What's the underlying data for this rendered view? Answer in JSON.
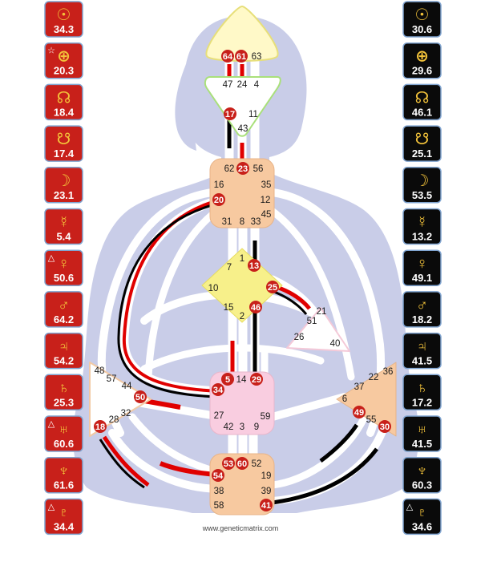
{
  "footer_text": "www.geneticmatrix.com",
  "colors": {
    "personality": "#000000",
    "design": "#e00000",
    "body_silhouette": "#c9cde8",
    "channel": "#ffffff",
    "head": "#fff9c8",
    "ajna": "#ffffff",
    "throat": "#f7c9a0",
    "g_center": "#f7f08a",
    "heart": "#ffffff",
    "sacral": "#f9cde0",
    "spleen": "#ffffff",
    "solar_plexus": "#f7c9a0",
    "root": "#f7c9a0",
    "design_tile": "#c8201a",
    "personality_tile": "#0a0a0a",
    "glyph": "#f2c23a"
  },
  "design_column": [
    {
      "planet": "Sun",
      "symbol": "☉",
      "value": "34.3",
      "marker": ""
    },
    {
      "planet": "Earth",
      "symbol": "⊕",
      "value": "20.3",
      "marker": "☆"
    },
    {
      "planet": "North Node",
      "symbol": "☊",
      "value": "18.4",
      "marker": ""
    },
    {
      "planet": "South Node",
      "symbol": "☋",
      "value": "17.4",
      "marker": ""
    },
    {
      "planet": "Moon",
      "symbol": "☽",
      "value": "23.1",
      "marker": ""
    },
    {
      "planet": "Mercury",
      "symbol": "☿",
      "value": "5.4",
      "marker": ""
    },
    {
      "planet": "Venus",
      "symbol": "♀",
      "value": "50.6",
      "marker": "△"
    },
    {
      "planet": "Mars",
      "symbol": "♂",
      "value": "64.2",
      "marker": ""
    },
    {
      "planet": "Jupiter",
      "symbol": "♃",
      "value": "54.2",
      "marker": ""
    },
    {
      "planet": "Saturn",
      "symbol": "♄",
      "value": "25.3",
      "marker": ""
    },
    {
      "planet": "Uranus",
      "symbol": "♅",
      "value": "60.6",
      "marker": "△"
    },
    {
      "planet": "Neptune",
      "symbol": "♆",
      "value": "61.6",
      "marker": ""
    },
    {
      "planet": "Pluto",
      "symbol": "♇",
      "value": "34.4",
      "marker": "△"
    }
  ],
  "personality_column": [
    {
      "planet": "Sun",
      "symbol": "☉",
      "value": "30.6",
      "marker": ""
    },
    {
      "planet": "Earth",
      "symbol": "⊕",
      "value": "29.6",
      "marker": ""
    },
    {
      "planet": "North Node",
      "symbol": "☊",
      "value": "46.1",
      "marker": ""
    },
    {
      "planet": "South Node",
      "symbol": "☋",
      "value": "25.1",
      "marker": ""
    },
    {
      "planet": "Moon",
      "symbol": "☽",
      "value": "53.5",
      "marker": ""
    },
    {
      "planet": "Mercury",
      "symbol": "☿",
      "value": "13.2",
      "marker": ""
    },
    {
      "planet": "Venus",
      "symbol": "♀",
      "value": "49.1",
      "marker": ""
    },
    {
      "planet": "Mars",
      "symbol": "♂",
      "value": "18.2",
      "marker": ""
    },
    {
      "planet": "Jupiter",
      "symbol": "♃",
      "value": "41.5",
      "marker": ""
    },
    {
      "planet": "Saturn",
      "symbol": "♄",
      "value": "17.2",
      "marker": ""
    },
    {
      "planet": "Uranus",
      "symbol": "♅",
      "value": "41.5",
      "marker": ""
    },
    {
      "planet": "Neptune",
      "symbol": "♆",
      "value": "60.3",
      "marker": ""
    },
    {
      "planet": "Pluto",
      "symbol": "♇",
      "value": "34.6",
      "marker": "△"
    }
  ],
  "centers": {
    "head": {
      "gates": [
        {
          "g": "64",
          "active": true
        },
        {
          "g": "61",
          "active": true
        },
        {
          "g": "63",
          "active": false
        }
      ]
    },
    "ajna": {
      "gates": [
        {
          "g": "47",
          "active": false
        },
        {
          "g": "24",
          "active": false
        },
        {
          "g": "4",
          "active": false
        },
        {
          "g": "17",
          "active": true
        },
        {
          "g": "11",
          "active": false
        },
        {
          "g": "43",
          "active": false
        }
      ]
    },
    "throat": {
      "gates": [
        {
          "g": "62",
          "active": false
        },
        {
          "g": "23",
          "active": true
        },
        {
          "g": "56",
          "active": false
        },
        {
          "g": "16",
          "active": false
        },
        {
          "g": "35",
          "active": false
        },
        {
          "g": "20",
          "active": true
        },
        {
          "g": "12",
          "active": false
        },
        {
          "g": "45",
          "active": false
        },
        {
          "g": "31",
          "active": false
        },
        {
          "g": "8",
          "active": false
        },
        {
          "g": "33",
          "active": false
        }
      ]
    },
    "g": {
      "gates": [
        {
          "g": "1",
          "active": false
        },
        {
          "g": "7",
          "active": false
        },
        {
          "g": "13",
          "active": true
        },
        {
          "g": "10",
          "active": false
        },
        {
          "g": "25",
          "active": true
        },
        {
          "g": "15",
          "active": false
        },
        {
          "g": "46",
          "active": true
        },
        {
          "g": "2",
          "active": false
        }
      ]
    },
    "heart": {
      "gates": [
        {
          "g": "21",
          "active": false
        },
        {
          "g": "51",
          "active": false
        },
        {
          "g": "26",
          "active": false
        },
        {
          "g": "40",
          "active": false
        }
      ]
    },
    "sacral": {
      "gates": [
        {
          "g": "5",
          "active": true
        },
        {
          "g": "14",
          "active": false
        },
        {
          "g": "29",
          "active": true
        },
        {
          "g": "34",
          "active": true
        },
        {
          "g": "27",
          "active": false
        },
        {
          "g": "59",
          "active": false
        },
        {
          "g": "42",
          "active": false
        },
        {
          "g": "3",
          "active": false
        },
        {
          "g": "9",
          "active": false
        }
      ]
    },
    "spleen": {
      "gates": [
        {
          "g": "48",
          "active": false
        },
        {
          "g": "57",
          "active": false
        },
        {
          "g": "44",
          "active": false
        },
        {
          "g": "50",
          "active": true
        },
        {
          "g": "32",
          "active": false
        },
        {
          "g": "28",
          "active": false
        },
        {
          "g": "18",
          "active": true
        }
      ]
    },
    "solar": {
      "gates": [
        {
          "g": "36",
          "active": false
        },
        {
          "g": "22",
          "active": false
        },
        {
          "g": "37",
          "active": false
        },
        {
          "g": "6",
          "active": false
        },
        {
          "g": "49",
          "active": true
        },
        {
          "g": "55",
          "active": false
        },
        {
          "g": "30",
          "active": true
        }
      ]
    },
    "root": {
      "gates": [
        {
          "g": "53",
          "active": true
        },
        {
          "g": "60",
          "active": true
        },
        {
          "g": "52",
          "active": false
        },
        {
          "g": "54",
          "active": true
        },
        {
          "g": "19",
          "active": false
        },
        {
          "g": "38",
          "active": false
        },
        {
          "g": "39",
          "active": false
        },
        {
          "g": "58",
          "active": false
        },
        {
          "g": "41",
          "active": true
        }
      ]
    }
  }
}
